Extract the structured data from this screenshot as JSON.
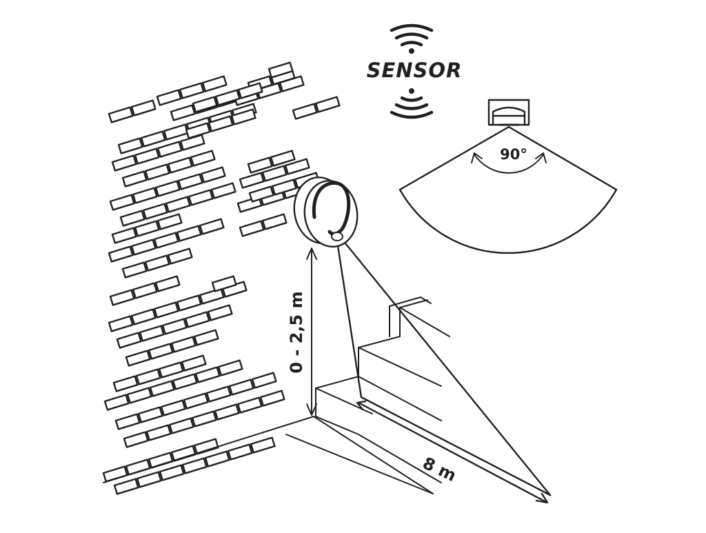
{
  "sensor_logo": {
    "text": "SENSOR"
  },
  "detection_angle": {
    "label": "90°"
  },
  "mounting_height": {
    "label": "0 - 2,5 m"
  },
  "detection_range": {
    "label": "8 m"
  },
  "colors": {
    "ink": "#231f20",
    "background": "#ffffff"
  },
  "icons": [
    "wifi-waves-icon",
    "sensor-unit-icon",
    "angle-arrow-icon"
  ]
}
